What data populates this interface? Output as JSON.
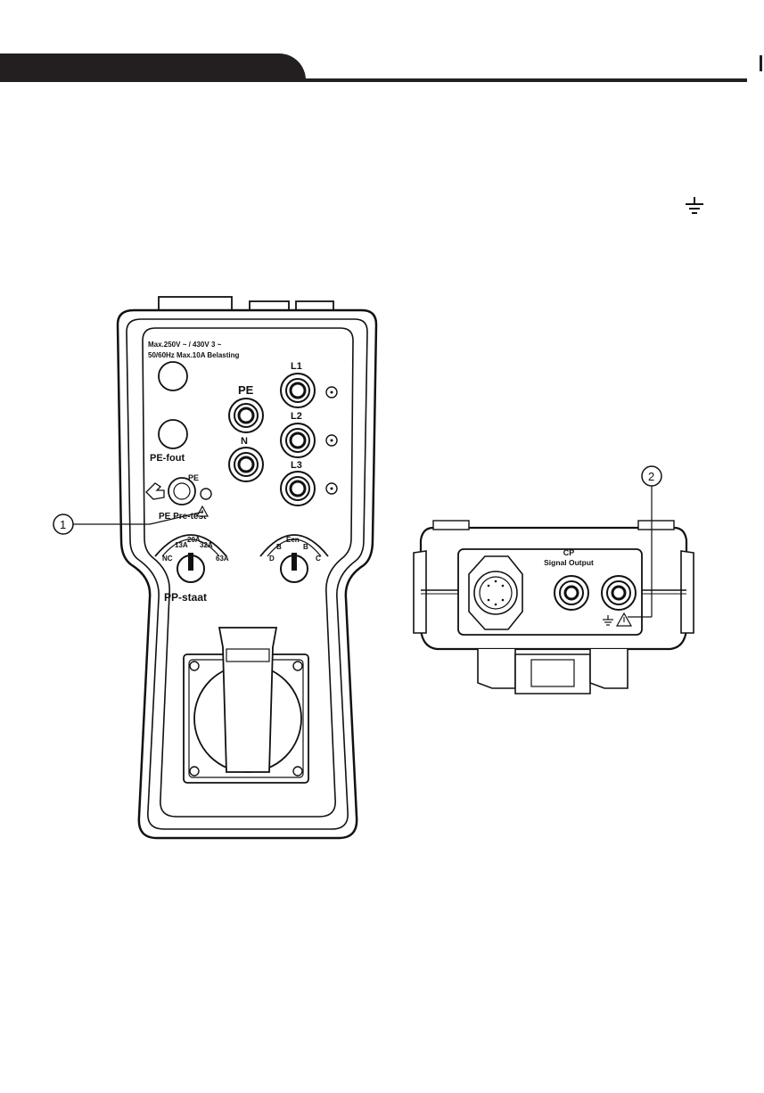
{
  "front_panel": {
    "rating_line1": "Max.250V ~ / 430V 3 ~",
    "rating_line2": "50/60Hz Max.10A Belasting",
    "jack_pe": "PE",
    "jack_n": "N",
    "jack_l1": "L1",
    "jack_l2": "L2",
    "jack_l3": "L3",
    "pe_fault_label": "PE-fout",
    "pe_touch_label": "PE",
    "pe_pretest_label": "PE Pre-test",
    "pp_state_label": "PP-staat",
    "pp_positions": [
      "NC",
      "13A",
      "20A",
      "32A",
      "63A"
    ],
    "cp_positions": [
      "D",
      "B",
      "Een",
      "B",
      "C"
    ],
    "callout_1": "1"
  },
  "top_panel": {
    "cp_label": "CP",
    "signal_output_label": "Signal Output",
    "callout_2": "2"
  },
  "icons": {
    "ground": "ground-icon",
    "warning": "warning-triangle-icon",
    "touch": "finger-touch-icon"
  },
  "colors": {
    "header_bar": "#231f20"
  }
}
